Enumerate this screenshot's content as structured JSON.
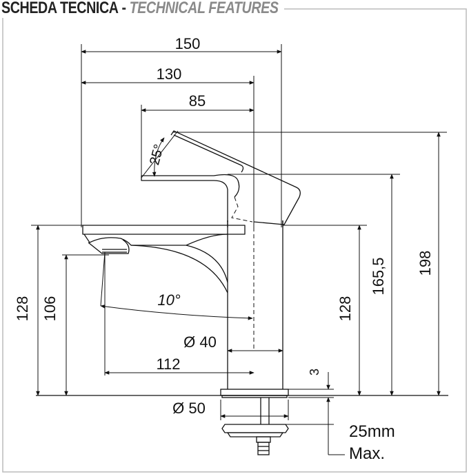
{
  "header": {
    "title": "SCHEDA TECNICA",
    "separator": "-",
    "subtitle": "TECHNICAL FEATURES"
  },
  "dimensions": {
    "width_total": "150",
    "width_body": "130",
    "width_lever": "85",
    "lever_angle": "25°",
    "height_total": "198",
    "height_lever": "165,5",
    "height_spout_right": "128",
    "height_spout_left": "128",
    "height_aerator": "106",
    "spout_angle": "10°",
    "spout_reach": "112",
    "diameter_body": "Ø 40",
    "diameter_base": "Ø 50",
    "base_thickness": "3",
    "deck_max": "25mm",
    "deck_max_label": "Max."
  },
  "colors": {
    "line": "#111111",
    "border": "#bbbbbb",
    "subtitle": "#8a8a8a"
  }
}
